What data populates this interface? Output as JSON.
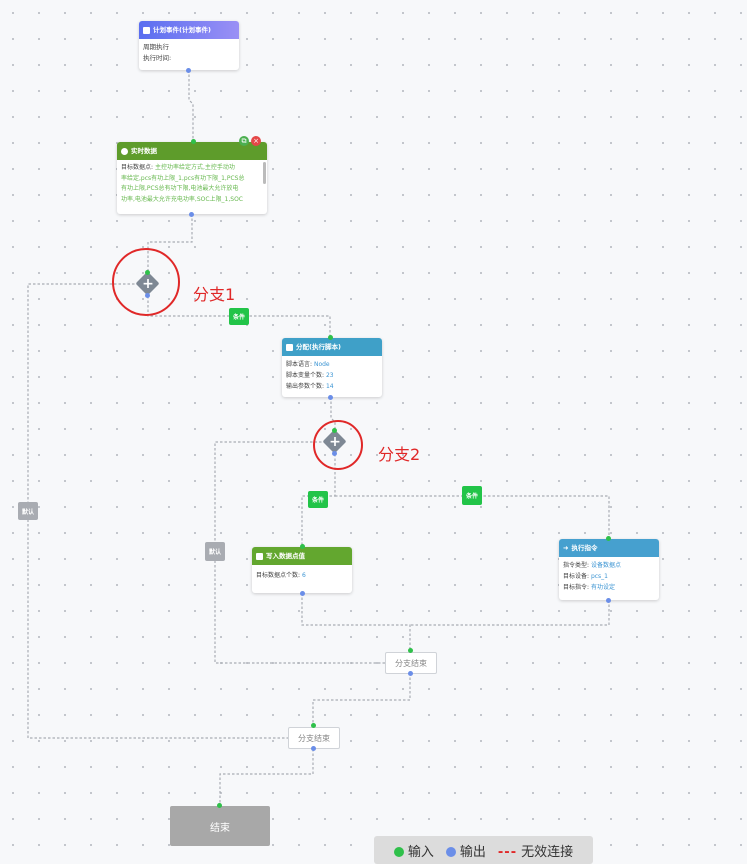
{
  "nodes": {
    "schedule": {
      "title": "计划事件(计划事件)",
      "lines": [
        "周期执行",
        "执行时间:"
      ],
      "header_color": "#7b7ff0"
    },
    "realtime": {
      "title": "实时数据",
      "label": "目标数据点:",
      "value_lines": [
        "主控功率给定方式,主控手动功",
        "率给定,pcs有功上限_1,pcs有功下限_1,PCS总",
        "有功上限,PCS总有功下限,电池最大允许放电",
        "功率,电池最大允许充电功率,SOC上限_1,SOC"
      ],
      "header_color": "#5e9c2b"
    },
    "script": {
      "title": "分配(执行脚本)",
      "rows": [
        {
          "label": "脚本语言:",
          "value": "Node"
        },
        {
          "label": "脚本变量个数:",
          "value": "23"
        },
        {
          "label": "输出参数个数:",
          "value": "14"
        }
      ],
      "header_color": "#3fa0c8"
    },
    "write": {
      "title": "写入数据点值",
      "rows": [
        {
          "label": "目标数据点个数:",
          "value": "6"
        }
      ],
      "header_color": "#63a72f"
    },
    "command": {
      "title": "执行指令",
      "rows": [
        {
          "label": "指令类型:",
          "value": "设备数据点"
        },
        {
          "label": "目标设备:",
          "value": "pcs_1"
        },
        {
          "label": "目标指令:",
          "value": "有功设定"
        }
      ],
      "header_color": "#46a0cf"
    }
  },
  "tags": {
    "condition": "条件",
    "default": "默认"
  },
  "branch_labels": {
    "branch1": "分支1",
    "branch2": "分支2"
  },
  "branch_end": "分支结束",
  "end": "结束",
  "legend": {
    "input": "输入",
    "output": "输出",
    "invalid": "无效连接",
    "invalid_mark": "---",
    "input_color": "#2fc04a",
    "output_color": "#6b8ee8",
    "invalid_color": "#e02828"
  }
}
